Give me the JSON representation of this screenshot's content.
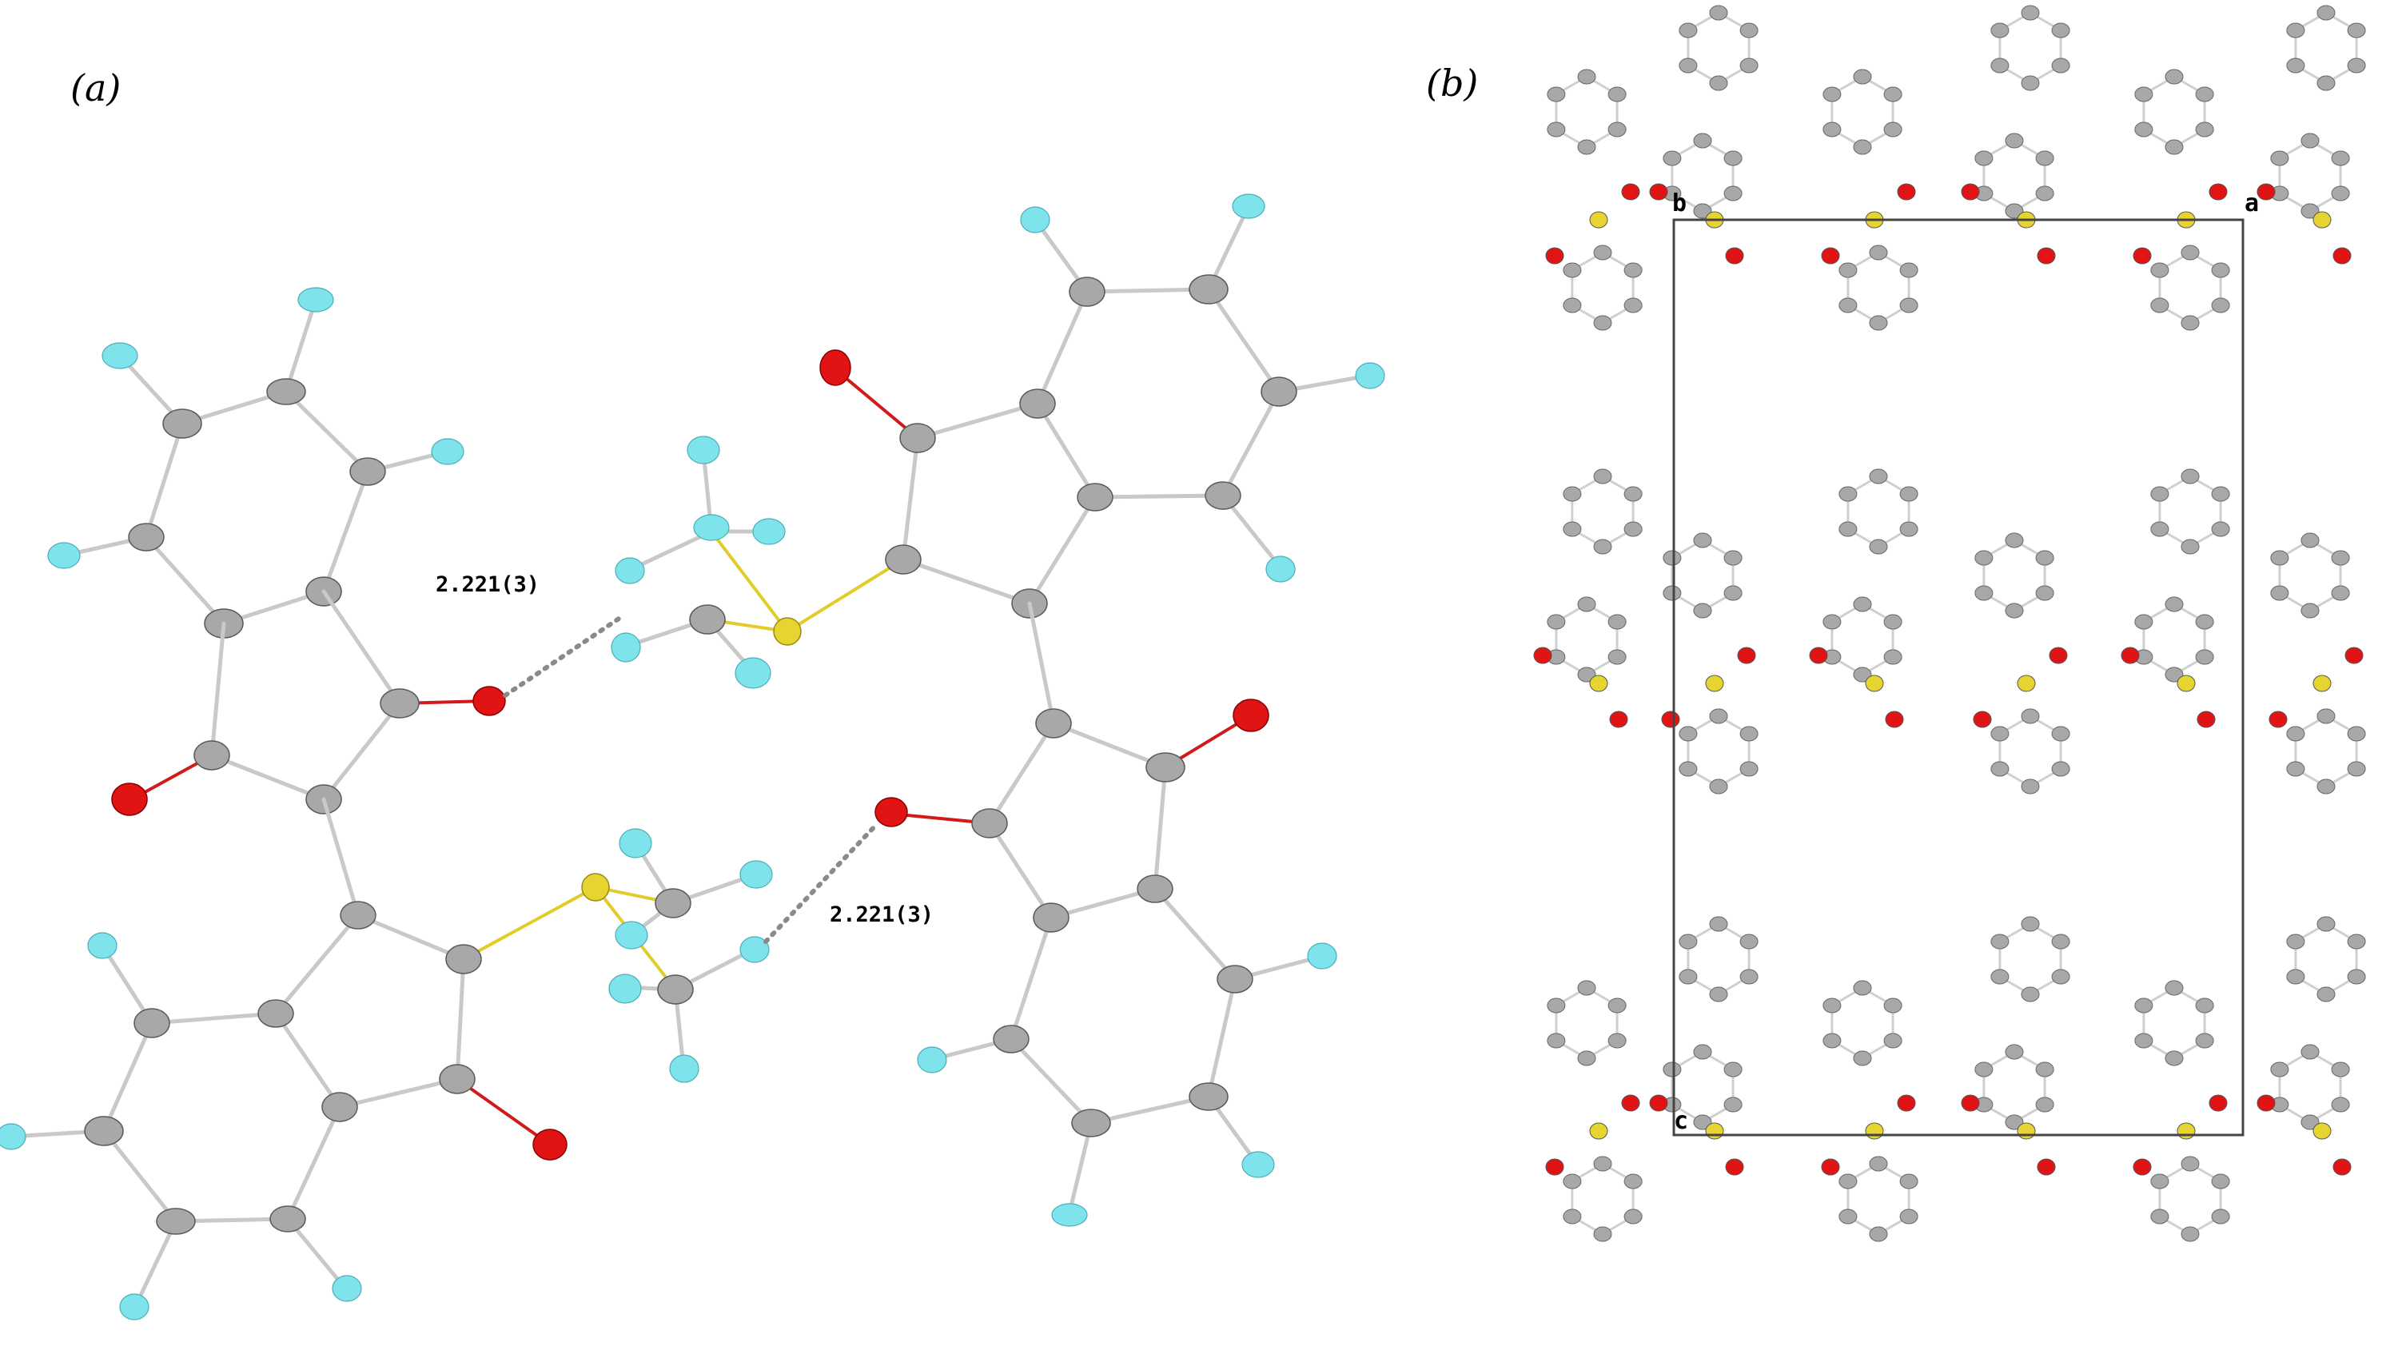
{
  "panels": {
    "a": {
      "label": "(a)"
    },
    "b": {
      "label": "(b)"
    }
  },
  "hbond_labels": [
    "2.221(3)",
    "2.221(3)"
  ],
  "cell_axes": {
    "b": "b",
    "a": "a",
    "c": "c"
  },
  "colors": {
    "carbon": "#a8a8a8",
    "fluorine": "#7fe3ec",
    "oxygen": "#e01414",
    "sulfur": "#e8d430",
    "bond": "#c9c9c9",
    "cell_edge": "#444444"
  }
}
